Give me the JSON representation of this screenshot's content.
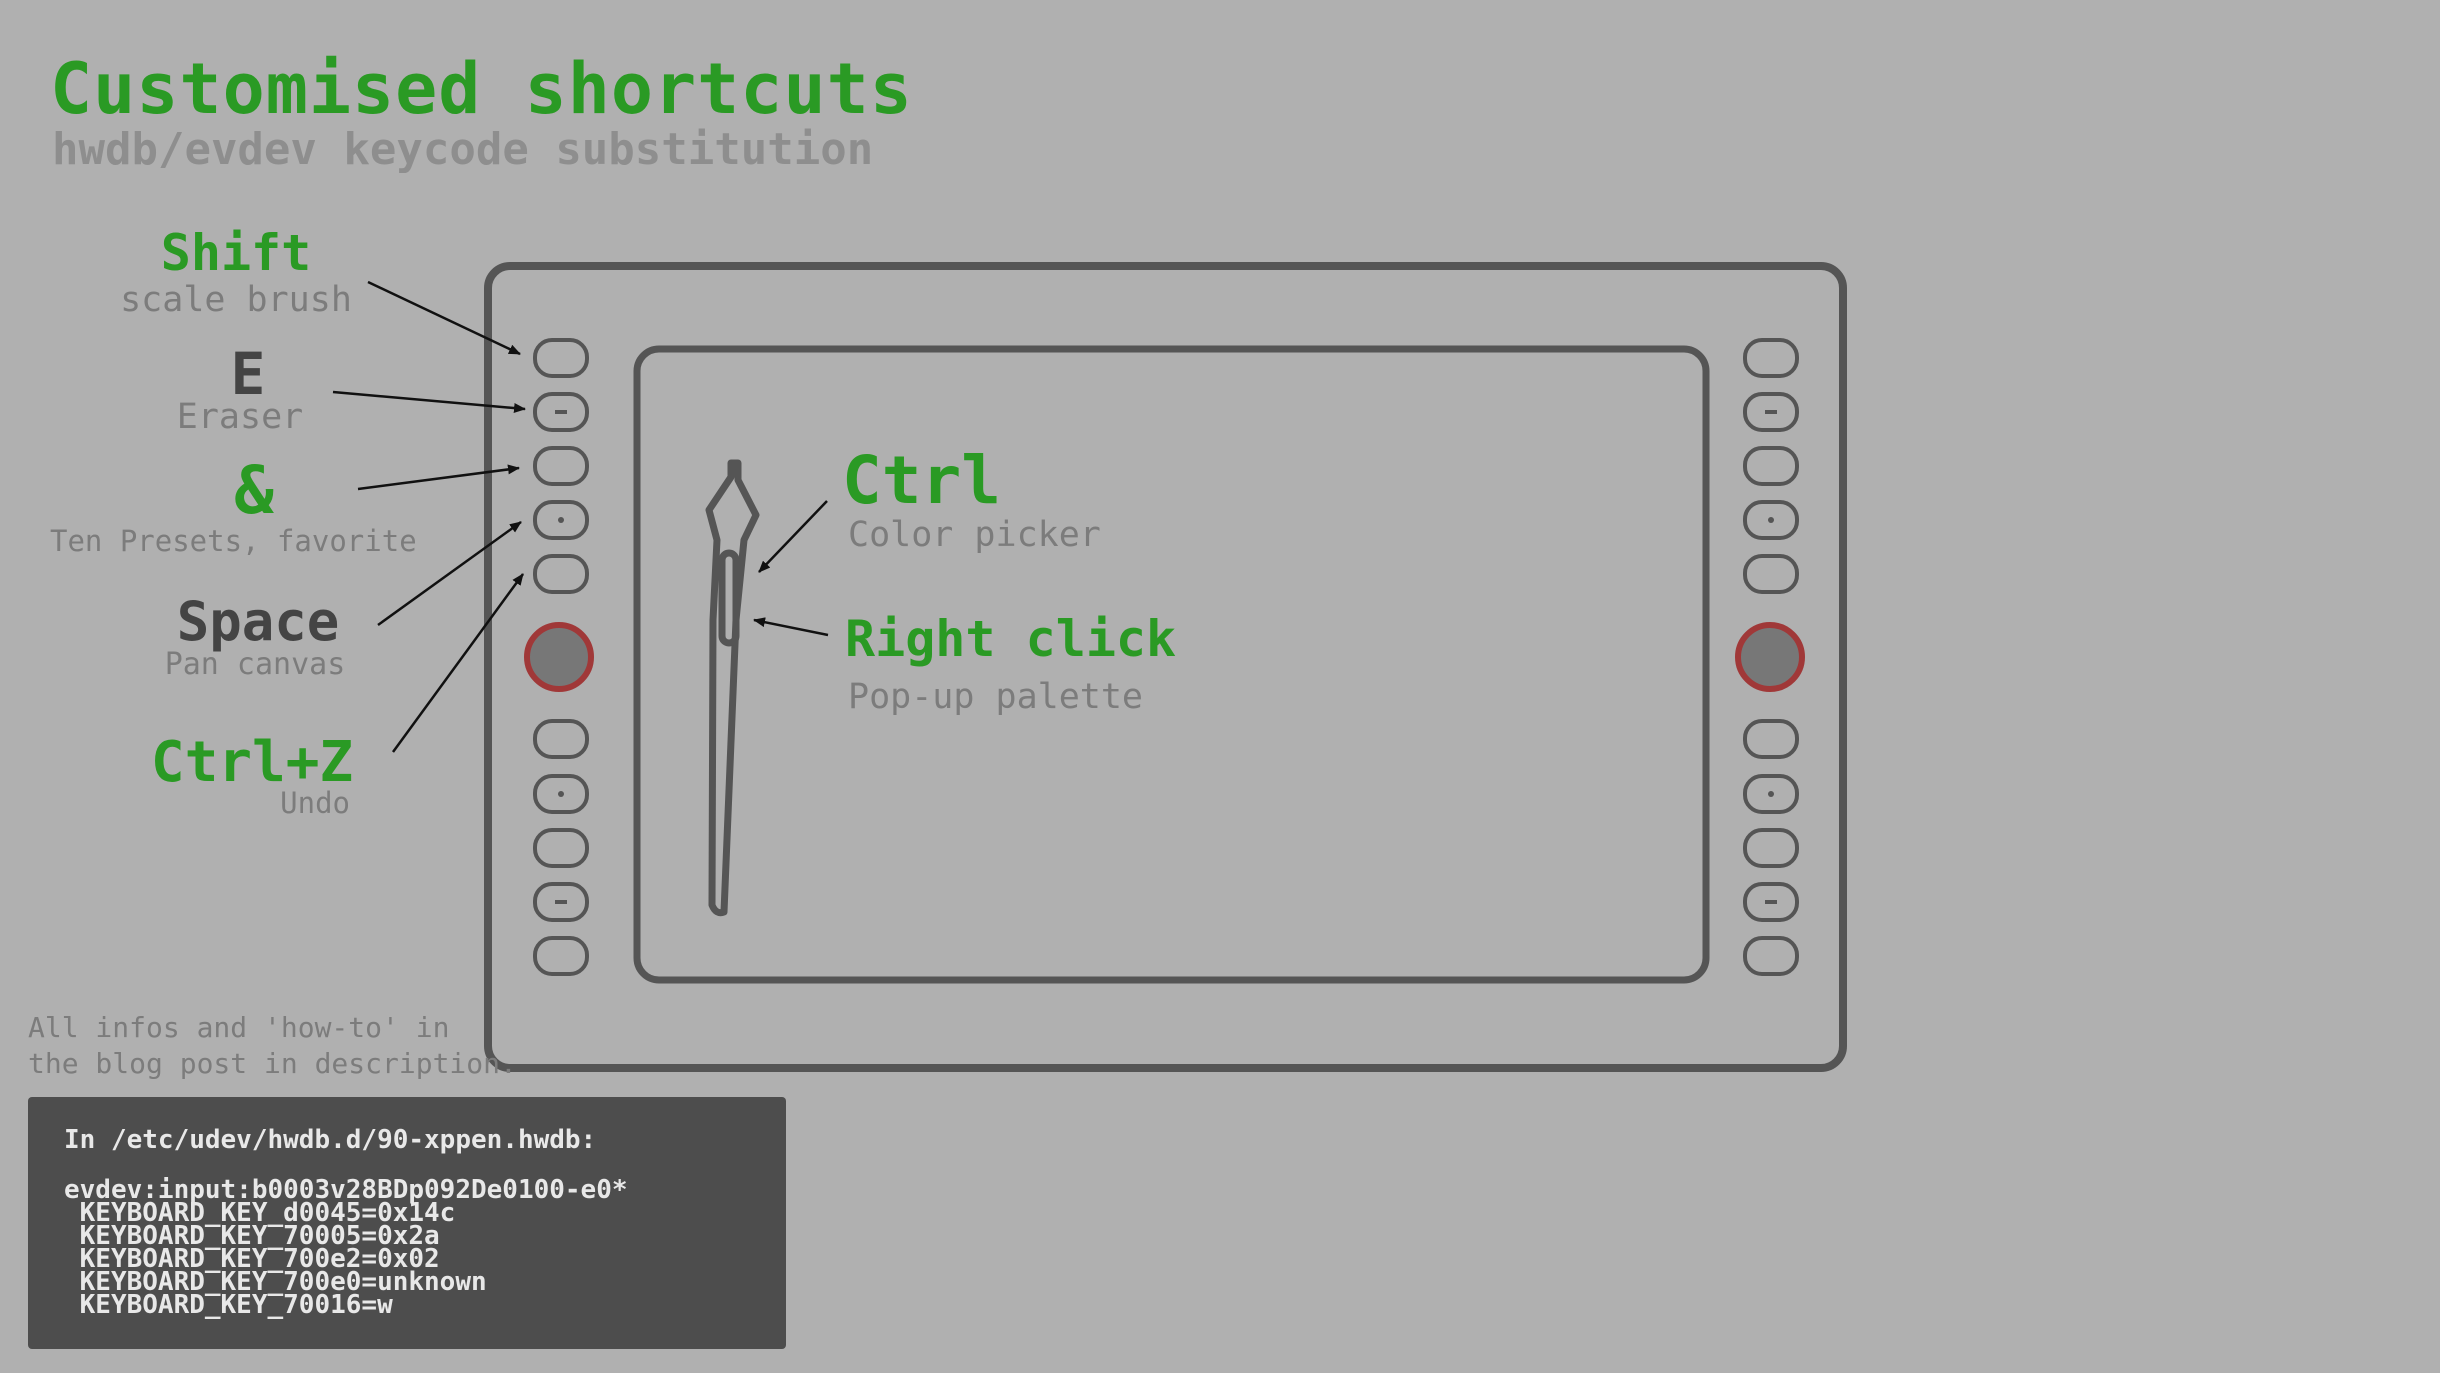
{
  "header": {
    "title": "Customised shortcuts",
    "subtitle": "hwdb/evdev keycode substitution"
  },
  "left_buttons": [
    {
      "key": "Shift",
      "desc": "scale brush"
    },
    {
      "key": "E",
      "desc": "Eraser"
    },
    {
      "key": "&",
      "desc": "Ten Presets, favorite"
    },
    {
      "key": "Space",
      "desc": "Pan canvas"
    },
    {
      "key": "Ctrl+Z",
      "desc": "Undo"
    }
  ],
  "pen_buttons": [
    {
      "key": "Ctrl",
      "desc": "Color picker"
    },
    {
      "key": "Right click",
      "desc": "Pop-up palette"
    }
  ],
  "colors": {
    "background": "#b0b0b0",
    "accent_green": "#2a9a24",
    "device_stroke": "#555555",
    "dial_ring": "#a03838",
    "code_bg": "#4d4d4d"
  },
  "footer": {
    "note_line1": "All infos and 'how-to' in",
    "note_line2": "the blog post in description."
  },
  "config": {
    "path": "In /etc/udev/hwdb.d/90-xppen.hwdb:",
    "lines": [
      "evdev:input:b0003v28BDp092De0100-e0*",
      " KEYBOARD_KEY_d0045=0x14c",
      " KEYBOARD_KEY_70005=0x2a",
      " KEYBOARD_KEY_700e2=0x02",
      " KEYBOARD_KEY_700e0=unknown",
      " KEYBOARD_KEY_70016=w"
    ]
  }
}
